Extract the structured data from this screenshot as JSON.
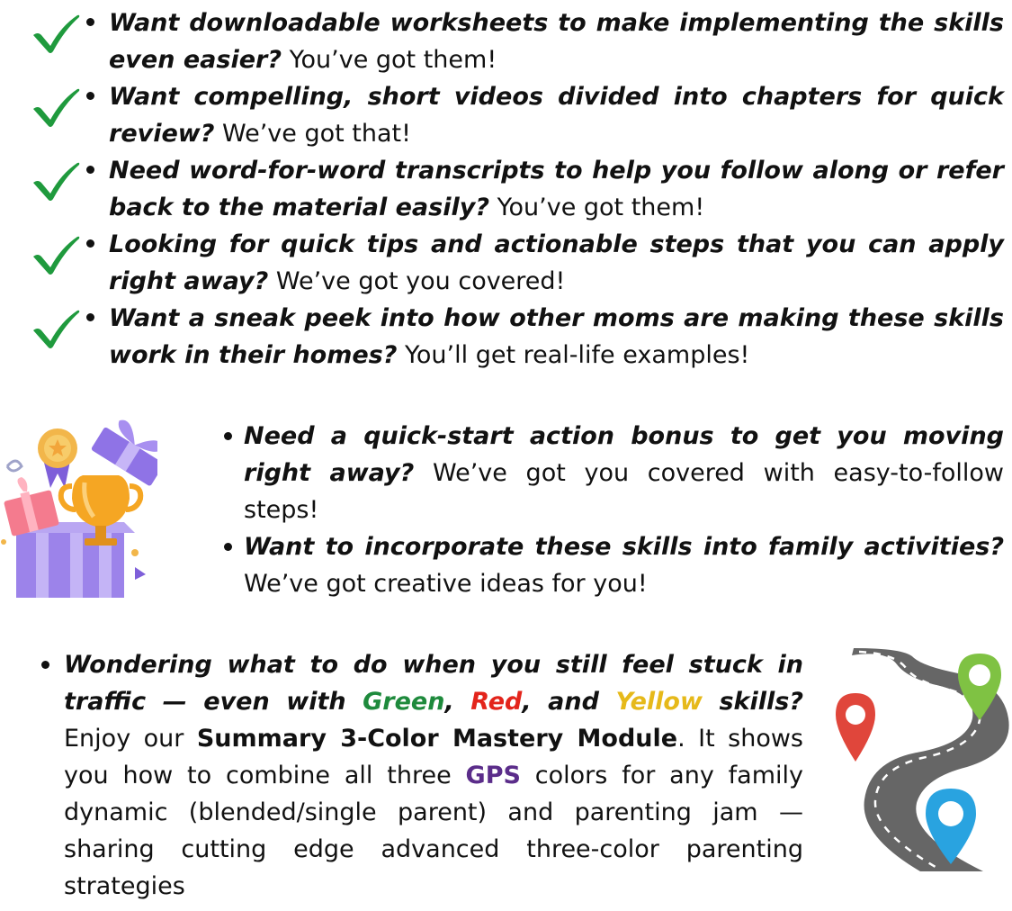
{
  "checklist": [
    {
      "q": "Want downloadable worksheets to make implementing the skills even easier?",
      "a": "You’ve got them!"
    },
    {
      "q": "Want compelling, short videos divided into chapters for quick review?",
      "a": "We’ve got that!"
    },
    {
      "q": "Need word-for-word transcripts to help you follow along or refer back to the material easily?",
      "a": "You’ve got them!"
    },
    {
      "q": "Looking for quick tips and actionable steps that you can apply right away?",
      "a": "We’ve got you covered!"
    },
    {
      "q": "Want a sneak peek into how other moms are making these skills work in their homes?",
      "a": "You’ll get real-life examples!"
    }
  ],
  "bonus": [
    {
      "q": "Need a quick-start action bonus to get you moving right away?",
      "a": "We’ve got you covered with easy-to-follow steps!"
    },
    {
      "q": "Want to incorporate these skills into family activities?",
      "a": "We’ve got creative ideas for you!"
    }
  ],
  "module": {
    "q_start": "Wondering what to do when you still feel stuck in traffic — even with ",
    "green": "Green",
    "comma1": ", ",
    "red": "Red",
    "and": ", and ",
    "yellow": "Yellow",
    "q_end": " skills?",
    "enjoy": "Enjoy our ",
    "module_name": "Summary 3-Color Mastery Module",
    "shows": ". It shows you how to combine all three ",
    "gps": "GPS",
    "rest": " colors for any family dynamic (blended/single parent) and parenting jam — sharing cutting edge advanced three-color parenting strategies"
  },
  "colors": {
    "check_green": "#1f9a3d",
    "green": "#1e8a3c",
    "red": "#e3241b",
    "yellow": "#e6b91a",
    "purple": "#5b2d8a"
  },
  "icons": {
    "check": "green-check-icon",
    "gift": "gift-trophy-icon",
    "road": "road-map-pins-icon"
  }
}
